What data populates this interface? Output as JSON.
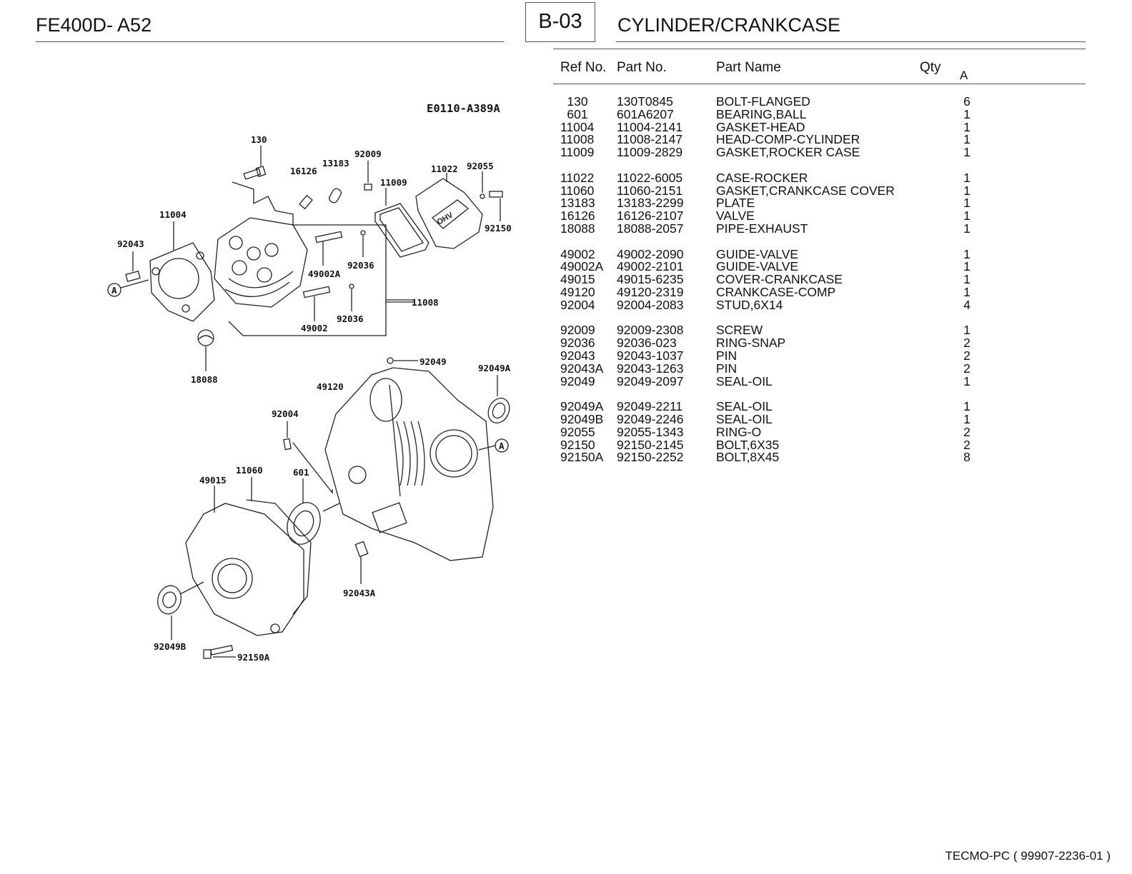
{
  "header": {
    "model": "FE400D- A52",
    "section_code": "B-03",
    "section_title": "CYLINDER/CRANKCASE"
  },
  "table": {
    "columns": {
      "ref": "Ref No.",
      "part": "Part No.",
      "name": "Part Name",
      "qty": "Qty",
      "variant": "A"
    },
    "groups": [
      [
        {
          "ref": "130",
          "part": "130T0845",
          "name": "BOLT-FLANGED",
          "qty": "6"
        },
        {
          "ref": "601",
          "part": "601A6207",
          "name": "BEARING,BALL",
          "qty": "1"
        },
        {
          "ref": "11004",
          "part": "11004-2141",
          "name": "GASKET-HEAD",
          "qty": "1"
        },
        {
          "ref": "11008",
          "part": "11008-2147",
          "name": "HEAD-COMP-CYLINDER",
          "qty": "1"
        },
        {
          "ref": "11009",
          "part": "11009-2829",
          "name": "GASKET,ROCKER CASE",
          "qty": "1"
        }
      ],
      [
        {
          "ref": "11022",
          "part": "11022-6005",
          "name": "CASE-ROCKER",
          "qty": "1"
        },
        {
          "ref": "11060",
          "part": "11060-2151",
          "name": "GASKET,CRANKCASE COVER",
          "qty": "1"
        },
        {
          "ref": "13183",
          "part": "13183-2299",
          "name": "PLATE",
          "qty": "1"
        },
        {
          "ref": "16126",
          "part": "16126-2107",
          "name": "VALVE",
          "qty": "1"
        },
        {
          "ref": "18088",
          "part": "18088-2057",
          "name": "PIPE-EXHAUST",
          "qty": "1"
        }
      ],
      [
        {
          "ref": "49002",
          "part": "49002-2090",
          "name": "GUIDE-VALVE",
          "qty": "1"
        },
        {
          "ref": "49002A",
          "part": "49002-2101",
          "name": "GUIDE-VALVE",
          "qty": "1"
        },
        {
          "ref": "49015",
          "part": "49015-6235",
          "name": "COVER-CRANKCASE",
          "qty": "1"
        },
        {
          "ref": "49120",
          "part": "49120-2319",
          "name": "CRANKCASE-COMP",
          "qty": "1"
        },
        {
          "ref": "92004",
          "part": "92004-2083",
          "name": "STUD,6X14",
          "qty": "4"
        }
      ],
      [
        {
          "ref": "92009",
          "part": "92009-2308",
          "name": "SCREW",
          "qty": "1"
        },
        {
          "ref": "92036",
          "part": "92036-023",
          "name": "RING-SNAP",
          "qty": "2"
        },
        {
          "ref": "92043",
          "part": "92043-1037",
          "name": "PIN",
          "qty": "2"
        },
        {
          "ref": "92043A",
          "part": "92043-1263",
          "name": "PIN",
          "qty": "2"
        },
        {
          "ref": "92049",
          "part": "92049-2097",
          "name": "SEAL-OIL",
          "qty": "1"
        }
      ],
      [
        {
          "ref": "92049A",
          "part": "92049-2211",
          "name": "SEAL-OIL",
          "qty": "1"
        },
        {
          "ref": "92049B",
          "part": "92049-2246",
          "name": "SEAL-OIL",
          "qty": "1"
        },
        {
          "ref": "92055",
          "part": "92055-1343",
          "name": "RING-O",
          "qty": "2"
        },
        {
          "ref": "92150",
          "part": "92150-2145",
          "name": "BOLT,6X35",
          "qty": "2"
        },
        {
          "ref": "92150A",
          "part": "92150-2252",
          "name": "BOLT,8X45",
          "qty": "8"
        }
      ]
    ]
  },
  "diagram": {
    "code": "E0110-A389A",
    "marker": "A",
    "labels": [
      "130",
      "16126",
      "13183",
      "92009",
      "11009",
      "11022",
      "92055",
      "92150",
      "11004",
      "92043",
      "49002A",
      "92036",
      "92036",
      "49002",
      "11008",
      "18088",
      "92049",
      "92049A",
      "49120",
      "92004",
      "11060",
      "49015",
      "601",
      "92043A",
      "92049B",
      "92150A"
    ],
    "rocker_mark": "OHV"
  },
  "footer": {
    "text": "TECMO-PC  ( 99907-2236-01 )"
  }
}
